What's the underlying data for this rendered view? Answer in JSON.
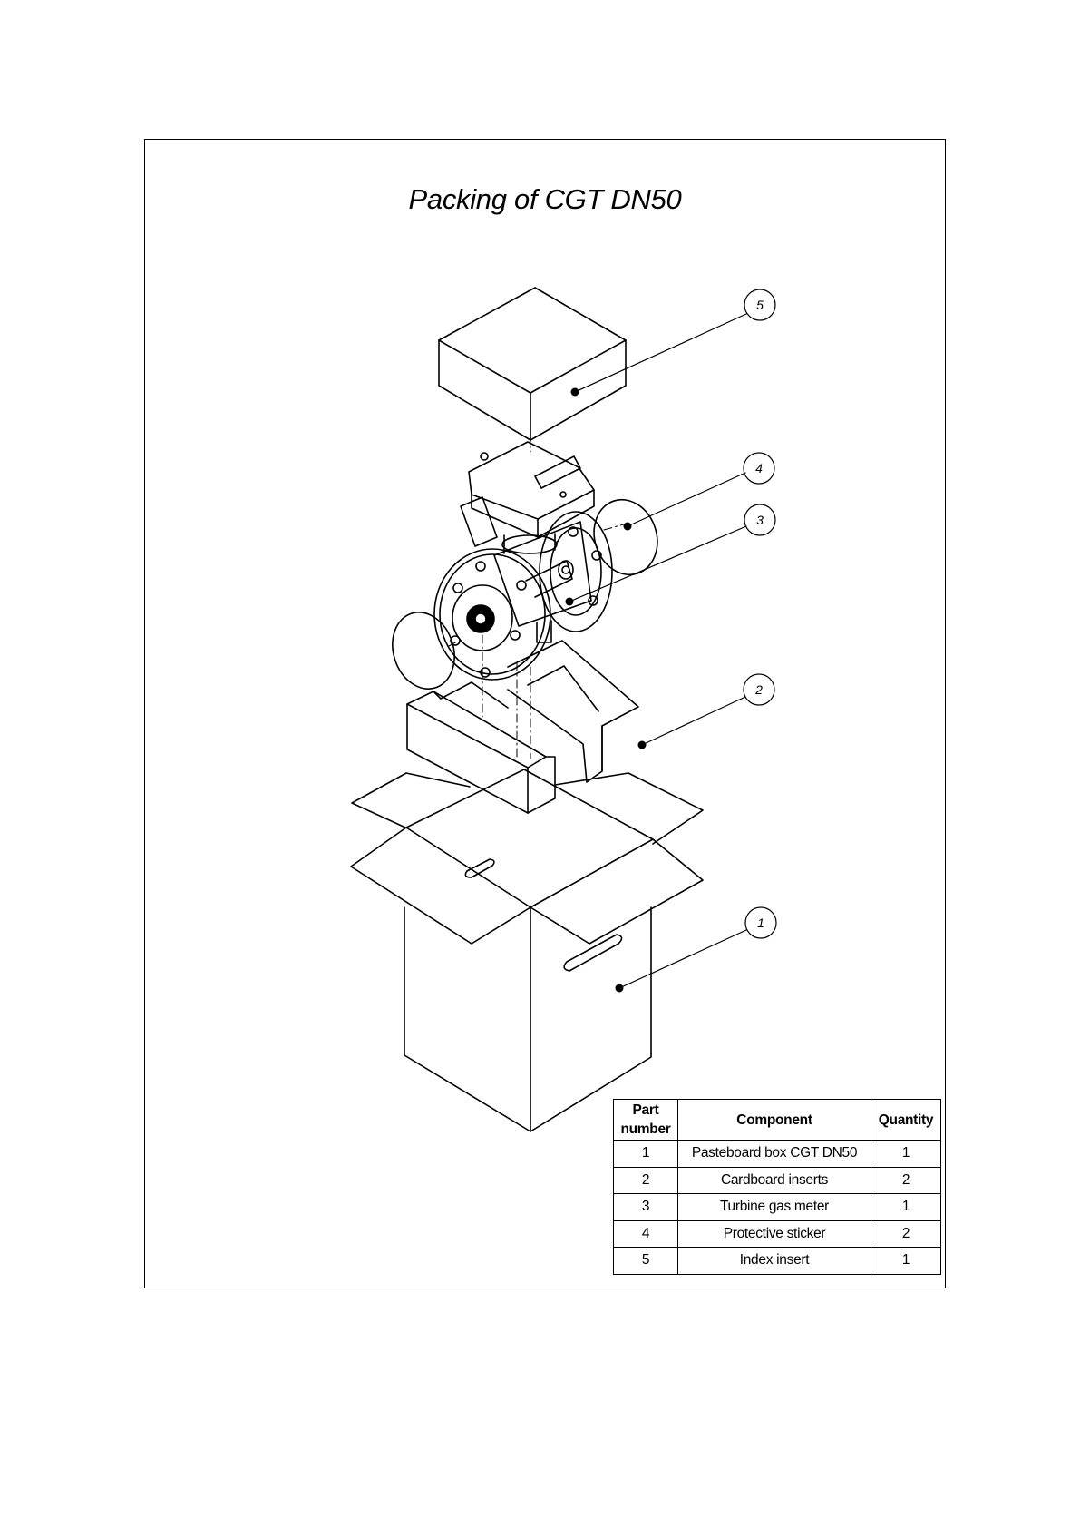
{
  "page": {
    "title": "Packing of CGT DN50"
  },
  "callouts": [
    {
      "number": "1",
      "part": "Pasteboard box CGT DN50"
    },
    {
      "number": "2",
      "part": "Cardboard inserts"
    },
    {
      "number": "3",
      "part": "Turbine gas meter"
    },
    {
      "number": "4",
      "part": "Protective sticker"
    },
    {
      "number": "5",
      "part": "Index insert"
    }
  ],
  "table": {
    "headers": {
      "part_number": "Part number",
      "component": "Component",
      "quantity": "Quantity"
    },
    "rows": [
      {
        "part_number": "1",
        "component": "Pasteboard box CGT DN50",
        "quantity": "1"
      },
      {
        "part_number": "2",
        "component": "Cardboard inserts",
        "quantity": "2"
      },
      {
        "part_number": "3",
        "component": "Turbine gas meter",
        "quantity": "1"
      },
      {
        "part_number": "4",
        "component": "Protective sticker",
        "quantity": "2"
      },
      {
        "part_number": "5",
        "component": "Index insert",
        "quantity": "1"
      }
    ]
  }
}
